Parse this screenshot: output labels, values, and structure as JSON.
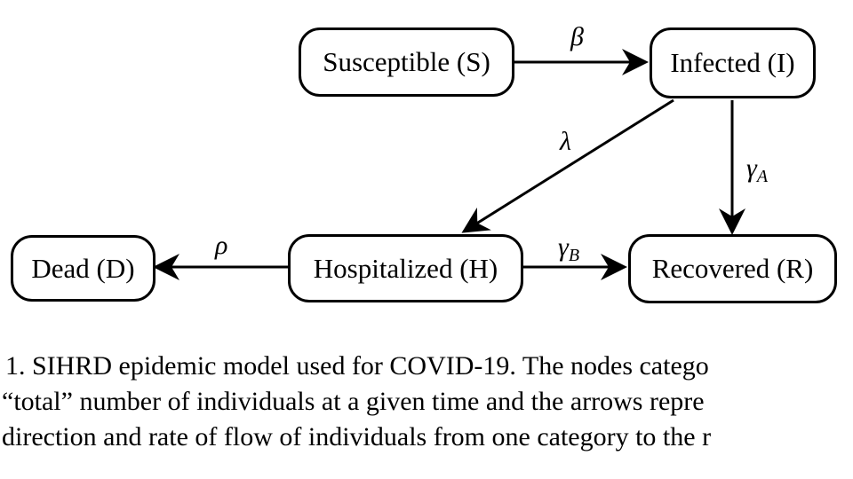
{
  "nodes": {
    "susceptible": "Susceptible (S)",
    "infected": "Infected (I)",
    "dead": "Dead (D)",
    "hospitalized": "Hospitalized (H)",
    "recovered": "Recovered (R)"
  },
  "edges": {
    "s_to_i": "β",
    "i_to_h": "λ",
    "i_to_r_base": "γ",
    "i_to_r_sub": "A",
    "h_to_d": "ρ",
    "h_to_r_base": "γ",
    "h_to_r_sub": "B"
  },
  "caption": {
    "line1": "1.   SIHRD epidemic model used for COVID-19. The nodes catego",
    "line2": "“total” number of individuals at a given time and the arrows repre",
    "line3": "direction and rate of flow of individuals from one category to the r"
  }
}
